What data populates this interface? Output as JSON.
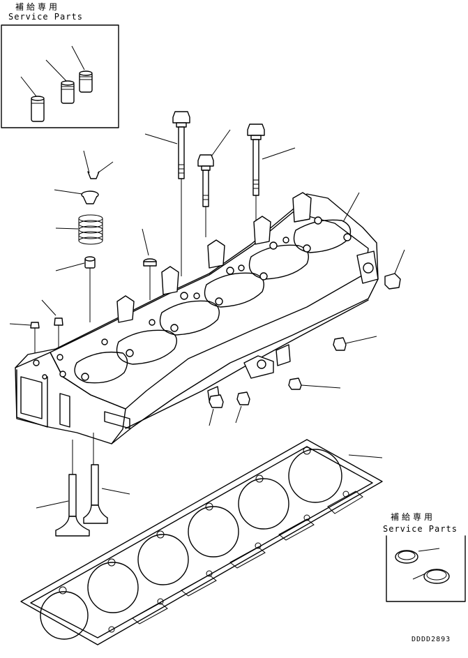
{
  "service_box_top": {
    "jp_label": "補給専用",
    "en_label": "Service Parts"
  },
  "service_box_bottom": {
    "jp_label": "補給専用",
    "en_label": "Service Parts"
  },
  "drawing_code": "DDDD2893",
  "colors": {
    "ink": "#000000",
    "paper": "#ffffff"
  }
}
